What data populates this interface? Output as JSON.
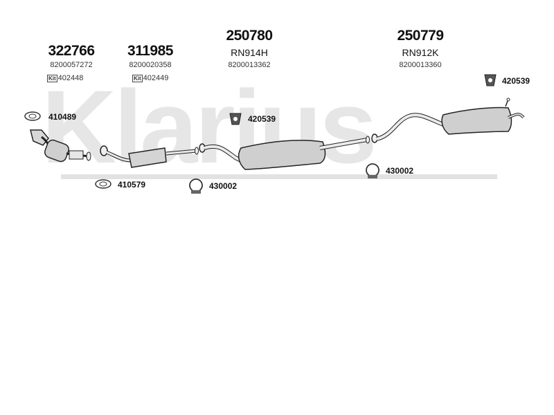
{
  "watermark": {
    "text": "Klarius"
  },
  "parts": [
    {
      "number": "322766",
      "oem": "8200057272",
      "kit": "402448"
    },
    {
      "number": "311985",
      "oem": "8200020358",
      "kit": "402449"
    },
    {
      "number": "250780",
      "code": "RN914H",
      "oem": "8200013362"
    },
    {
      "number": "250779",
      "code": "RN912K",
      "oem": "8200013360"
    }
  ],
  "accessories": {
    "gasket_top": "410489",
    "gasket_bottom": "410579",
    "mount_top_right": "420539",
    "mount_middle": "420539",
    "clamp_left": "430002",
    "clamp_right": "430002"
  },
  "kit_tag": "Kit"
}
